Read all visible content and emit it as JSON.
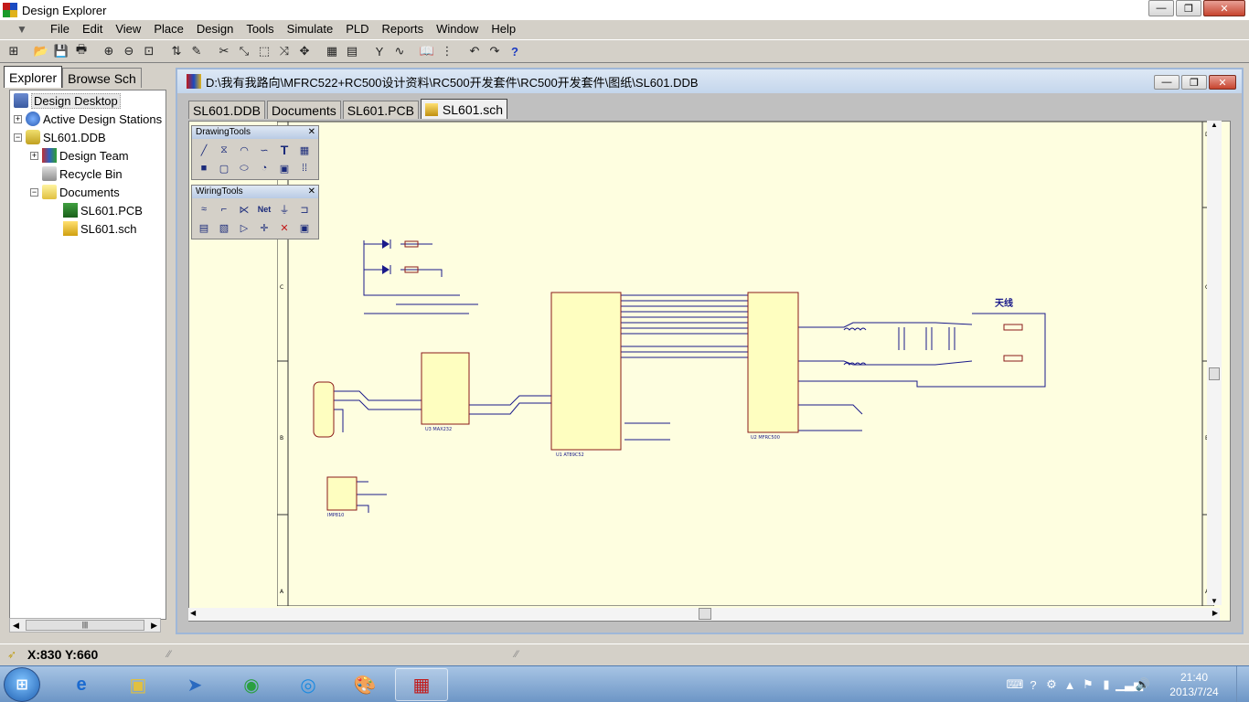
{
  "window": {
    "title": "Design Explorer"
  },
  "menu": [
    "File",
    "Edit",
    "View",
    "Place",
    "Design",
    "Tools",
    "Simulate",
    "PLD",
    "Reports",
    "Window",
    "Help"
  ],
  "left_panel": {
    "tabs": [
      "Explorer",
      "Browse Sch"
    ],
    "tree": [
      {
        "label": "Design Desktop",
        "level": 0
      },
      {
        "label": "Active Design Stations",
        "level": 1
      },
      {
        "label": "SL601.DDB",
        "level": 1
      },
      {
        "label": "Design Team",
        "level": 2
      },
      {
        "label": "Recycle Bin",
        "level": 2
      },
      {
        "label": "Documents",
        "level": 2
      },
      {
        "label": "SL601.PCB",
        "level": 3
      },
      {
        "label": "SL601.sch",
        "level": 3
      }
    ]
  },
  "document": {
    "path": "D:\\我有我路向\\MFRC522+RC500设计资料\\RC500开发套件\\RC500开发套件\\图纸\\SL601.DDB",
    "tabs": [
      "SL601.DDB",
      "Documents",
      "SL601.PCB",
      "SL601.sch"
    ],
    "active_tab": "SL601.sch"
  },
  "palettes": {
    "drawing": {
      "title": "DrawingTools"
    },
    "wiring": {
      "title": "WiringTools",
      "net_label": "Net"
    }
  },
  "schematic": {
    "antenna_label": "天线",
    "u1_label": "U1 AT89C52",
    "u2_label": "U2 MFRC500",
    "u3_label": "U3 MAX232",
    "u4_label": "IMP810",
    "sheet_marks_left": [
      "C",
      "B",
      "A"
    ],
    "sheet_marks_right": [
      "D",
      "C",
      "B",
      "A"
    ]
  },
  "status": {
    "coords": "X:830 Y:660"
  },
  "taskbar": {
    "time": "21:40",
    "date": "2013/7/24"
  },
  "colors": {
    "canvas_bg": "#fefee0",
    "wire": "#1a1a8a",
    "part_outline": "#8b1a1a",
    "part_fill": "#fefec0"
  }
}
